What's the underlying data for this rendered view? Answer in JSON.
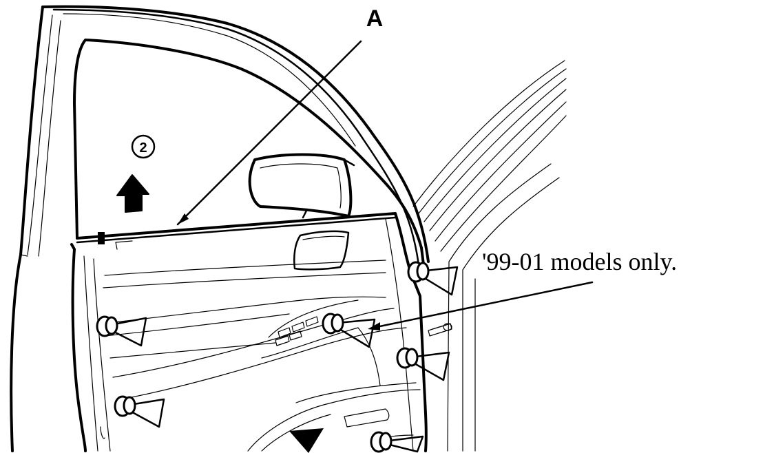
{
  "labels": {
    "part_a": "A",
    "step": "2",
    "note": "'99-01 models only."
  },
  "icons": {
    "up_arrow": "up-arrow-icon",
    "down_arrow": "down-arrow-icon"
  },
  "colors": {
    "line": "#000000",
    "background": "#ffffff"
  }
}
